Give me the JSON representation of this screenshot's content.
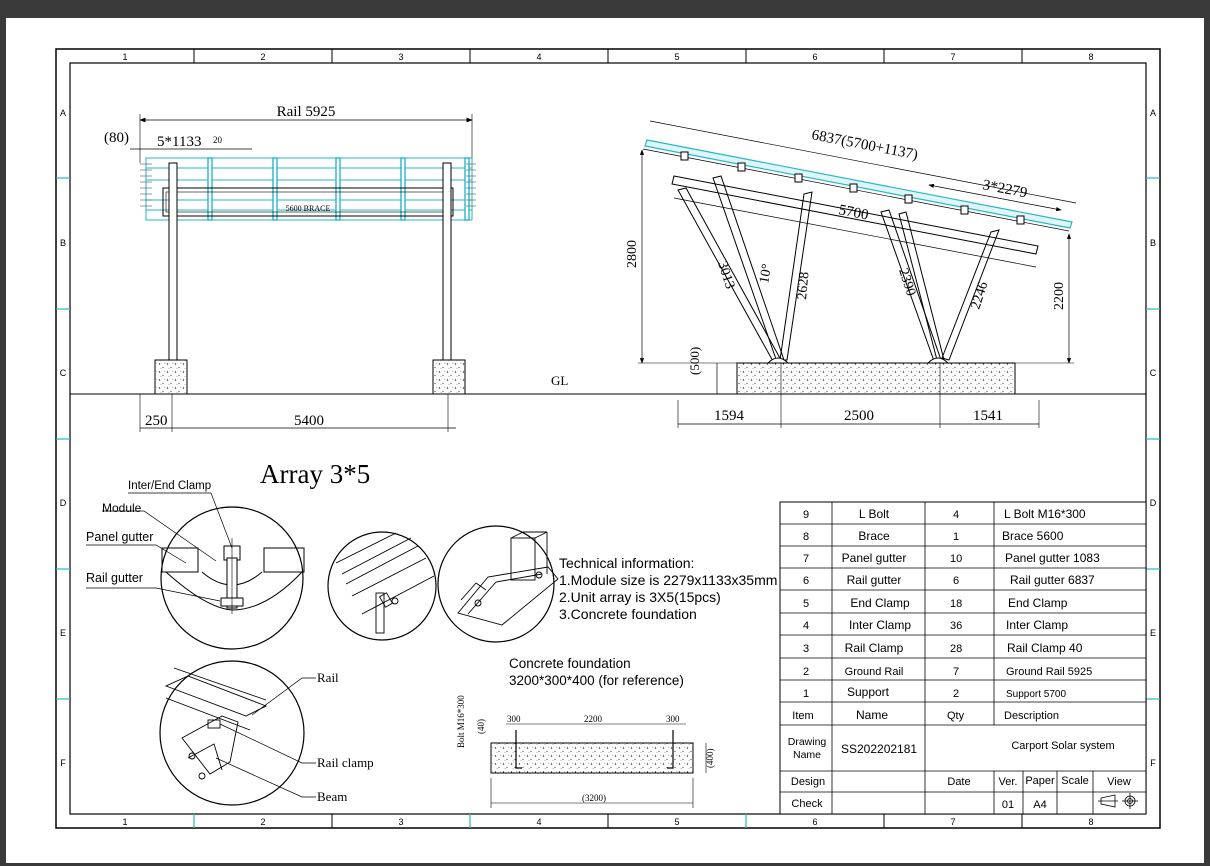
{
  "frame": {
    "columns": [
      "1",
      "2",
      "3",
      "4",
      "5",
      "6",
      "7",
      "8"
    ],
    "rows": [
      "A",
      "B",
      "C",
      "D",
      "E",
      "F"
    ]
  },
  "side_view": {
    "rail": "Rail  5925",
    "left_offset": "(80)",
    "module_span": "5*1133",
    "gap": "20",
    "brace": "5600 BRACE",
    "post_offset": "250",
    "post_span": "5400",
    "ground": "GL"
  },
  "front_view": {
    "panel_length": "6837(5700+1137)",
    "module_span": "3*2279",
    "beam": "5700",
    "height_high": "2800",
    "height_low": "2200",
    "foundation_height": "(500)",
    "strut_1": "3013",
    "angle": "10°",
    "strut_2": "2628",
    "strut_3": "2390",
    "strut_4": "2246",
    "base_left": "1594",
    "base_mid": "2500",
    "base_right": "1541"
  },
  "array_title": "Array 3*5",
  "details": {
    "inter_end_clamp": "Inter/End Clamp",
    "module": "Module",
    "panel_gutter": "Panel gutter",
    "rail_gutter": "Rail gutter",
    "rail": "Rail",
    "rail_clamp": "Rail clamp",
    "beam": "Beam"
  },
  "technical_info": {
    "heading": "Technical information:",
    "line1": "1.Module size is 2279x1133x35mm",
    "line2": "2.Unit array is 3X5(15pcs)",
    "line3": "3.Concrete  foundation"
  },
  "concrete": {
    "title": "Concrete foundation",
    "size": "3200*300*400 (for reference)",
    "bolt": "Bolt M16*300",
    "d40": "(40)",
    "d300a": "300",
    "d2200": "2200",
    "d300b": "300",
    "d400": "(400)",
    "d3200": "(3200)"
  },
  "bom": {
    "rows": [
      {
        "no": "9",
        "name": "L  Bolt",
        "qty": "4",
        "desc": "L  Bolt M16*300"
      },
      {
        "no": "8",
        "name": "Brace",
        "qty": "1",
        "desc": "Brace 5600"
      },
      {
        "no": "7",
        "name": "Panel gutter",
        "qty": "10",
        "desc": "Panel gutter 1083"
      },
      {
        "no": "6",
        "name": "Rail gutter",
        "qty": "6",
        "desc": "Rail gutter 6837"
      },
      {
        "no": "5",
        "name": "End Clamp",
        "qty": "18",
        "desc": "End Clamp"
      },
      {
        "no": "4",
        "name": "Inter Clamp",
        "qty": "36",
        "desc": "Inter Clamp"
      },
      {
        "no": "3",
        "name": "Rail Clamp",
        "qty": "28",
        "desc": "Rail Clamp 40"
      },
      {
        "no": "2",
        "name": "Ground Rail",
        "qty": "7",
        "desc": "Ground Rail 5925"
      },
      {
        "no": "1",
        "name": "Support",
        "qty": "2",
        "desc": "Support  5700"
      }
    ],
    "header": {
      "item": "Item",
      "name": "Name",
      "qty": "Qty",
      "desc": "Description"
    },
    "drawing_name_label": "Drawing Name",
    "drawing_line1": "Drawing",
    "drawing_line2": "Name",
    "drawing_no": "SS202202181",
    "drawing_title": "Carport Solar system",
    "design": "Design",
    "date": "Date",
    "ver_label": "Ver.",
    "paper_label": "Paper",
    "scale_label": "Scale",
    "view_label": "View",
    "check": "Check",
    "ver": "01",
    "paper": "A4"
  }
}
